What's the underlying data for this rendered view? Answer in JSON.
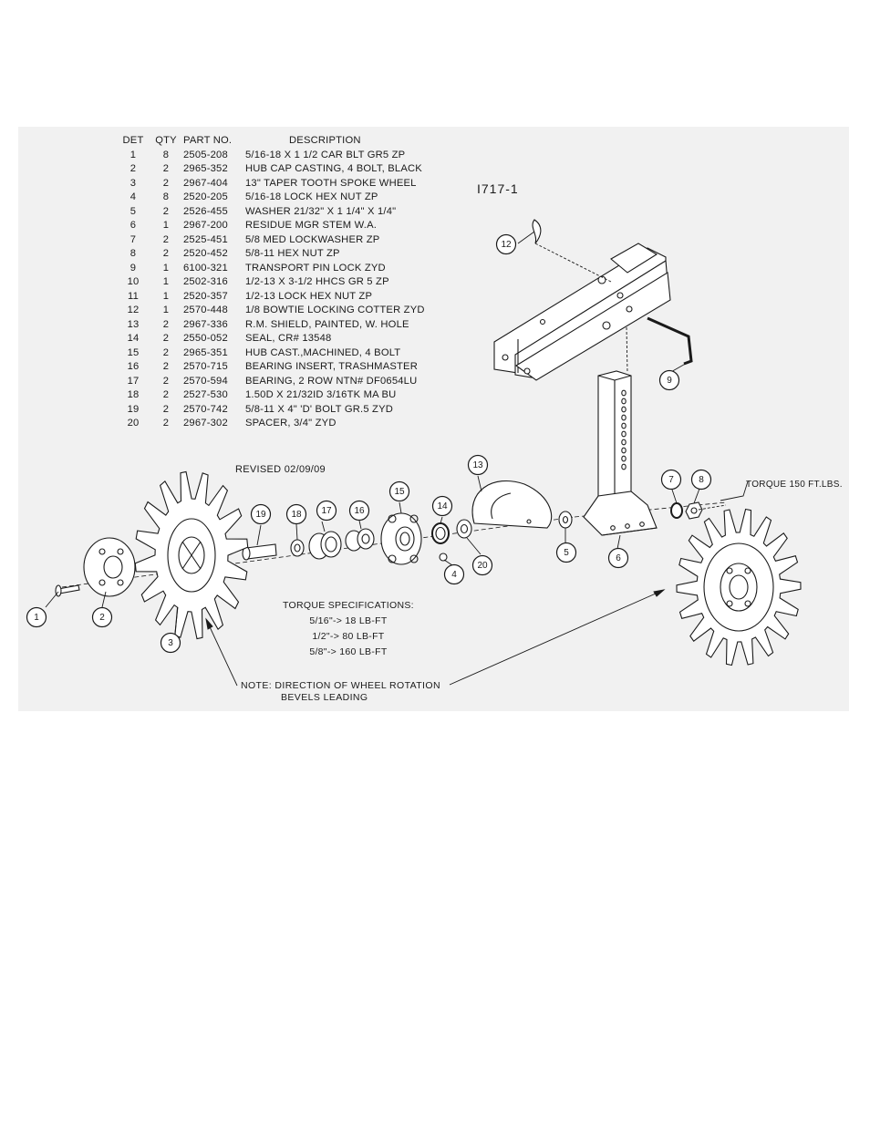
{
  "parts_list": {
    "headers": {
      "det": "DET",
      "qty": "QTY",
      "part_no": "PART NO.",
      "description": "DESCRIPTION"
    },
    "rows": [
      {
        "det": "1",
        "qty": "8",
        "part_no": "2505-208",
        "description": "5/16-18 X 1 1/2 CAR BLT GR5 ZP"
      },
      {
        "det": "2",
        "qty": "2",
        "part_no": "2965-352",
        "description": "HUB CAP CASTING, 4 BOLT, BLACK"
      },
      {
        "det": "3",
        "qty": "2",
        "part_no": "2967-404",
        "description": "13\" TAPER TOOTH SPOKE WHEEL"
      },
      {
        "det": "4",
        "qty": "8",
        "part_no": "2520-205",
        "description": "5/16-18 LOCK HEX NUT ZP"
      },
      {
        "det": "5",
        "qty": "2",
        "part_no": "2526-455",
        "description": "WASHER 21/32\" X 1 1/4\" X 1/4\""
      },
      {
        "det": "6",
        "qty": "1",
        "part_no": "2967-200",
        "description": "RESIDUE MGR STEM W.A."
      },
      {
        "det": "7",
        "qty": "2",
        "part_no": "2525-451",
        "description": "5/8 MED LOCKWASHER ZP"
      },
      {
        "det": "8",
        "qty": "2",
        "part_no": "2520-452",
        "description": "5/8-11 HEX NUT ZP"
      },
      {
        "det": "9",
        "qty": "1",
        "part_no": "6100-321",
        "description": "TRANSPORT PIN LOCK ZYD"
      },
      {
        "det": "10",
        "qty": "1",
        "part_no": "2502-316",
        "description": "1/2-13 X 3-1/2 HHCS GR 5 ZP"
      },
      {
        "det": "11",
        "qty": "1",
        "part_no": "2520-357",
        "description": "1/2-13 LOCK HEX NUT ZP"
      },
      {
        "det": "12",
        "qty": "1",
        "part_no": "2570-448",
        "description": "1/8 BOWTIE LOCKING COTTER ZYD"
      },
      {
        "det": "13",
        "qty": "2",
        "part_no": "2967-336",
        "description": "R.M. SHIELD, PAINTED, W. HOLE"
      },
      {
        "det": "14",
        "qty": "2",
        "part_no": "2550-052",
        "description": "SEAL, CR# 13548"
      },
      {
        "det": "15",
        "qty": "2",
        "part_no": "2965-351",
        "description": "HUB CAST.,MACHINED, 4 BOLT"
      },
      {
        "det": "16",
        "qty": "2",
        "part_no": "2570-715",
        "description": "BEARING INSERT, TRASHMASTER"
      },
      {
        "det": "17",
        "qty": "2",
        "part_no": "2570-594",
        "description": "BEARING, 2 ROW NTN# DF0654LU"
      },
      {
        "det": "18",
        "qty": "2",
        "part_no": "2527-530",
        "description": "1.50D X 21/32ID 3/16TK MA BU"
      },
      {
        "det": "19",
        "qty": "2",
        "part_no": "2570-742",
        "description": "5/8-11 X 4\" 'D' BOLT GR.5 ZYD"
      },
      {
        "det": "20",
        "qty": "2",
        "part_no": "2967-302",
        "description": "SPACER, 3/4\" ZYD"
      }
    ]
  },
  "drawing_number": "I717-1",
  "revised": "REVISED 02/09/09",
  "torque_note": "TORQUE 150 FT.LBS.",
  "torque_specs": {
    "title": "TORQUE SPECIFICATIONS:",
    "lines": [
      "5/16\"-> 18 LB-FT",
      "1/2\"-> 80 LB-FT",
      "5/8\"-> 160 LB-FT"
    ]
  },
  "note": {
    "line1": "NOTE: DIRECTION OF WHEEL ROTATION",
    "line2": "BEVELS LEADING"
  },
  "callouts": [
    "1",
    "2",
    "3",
    "4",
    "5",
    "6",
    "7",
    "8",
    "9",
    "12",
    "13",
    "14",
    "15",
    "16",
    "17",
    "18",
    "19",
    "20"
  ],
  "colors": {
    "ink": "#1a1a1a",
    "sheet": "#f1f1f1",
    "paper": "#ffffff"
  }
}
